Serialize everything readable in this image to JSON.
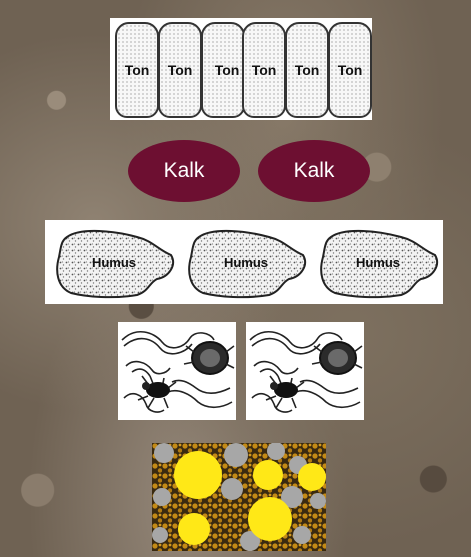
{
  "ton": {
    "labels": [
      "Ton",
      "Ton",
      "Ton",
      "Ton",
      "Ton",
      "Ton"
    ]
  },
  "kalk": {
    "labels": [
      "Kalk",
      "Kalk"
    ],
    "color": "#6d0f31"
  },
  "humus": {
    "labels": [
      "Humus",
      "Humus",
      "Humus"
    ]
  },
  "organisms": {
    "icon": "soil-organisms-illustration"
  },
  "granules": {
    "colors": {
      "yellow": "#ffe817",
      "grey": "#a7a7a7",
      "brown": "#c48a16"
    }
  }
}
